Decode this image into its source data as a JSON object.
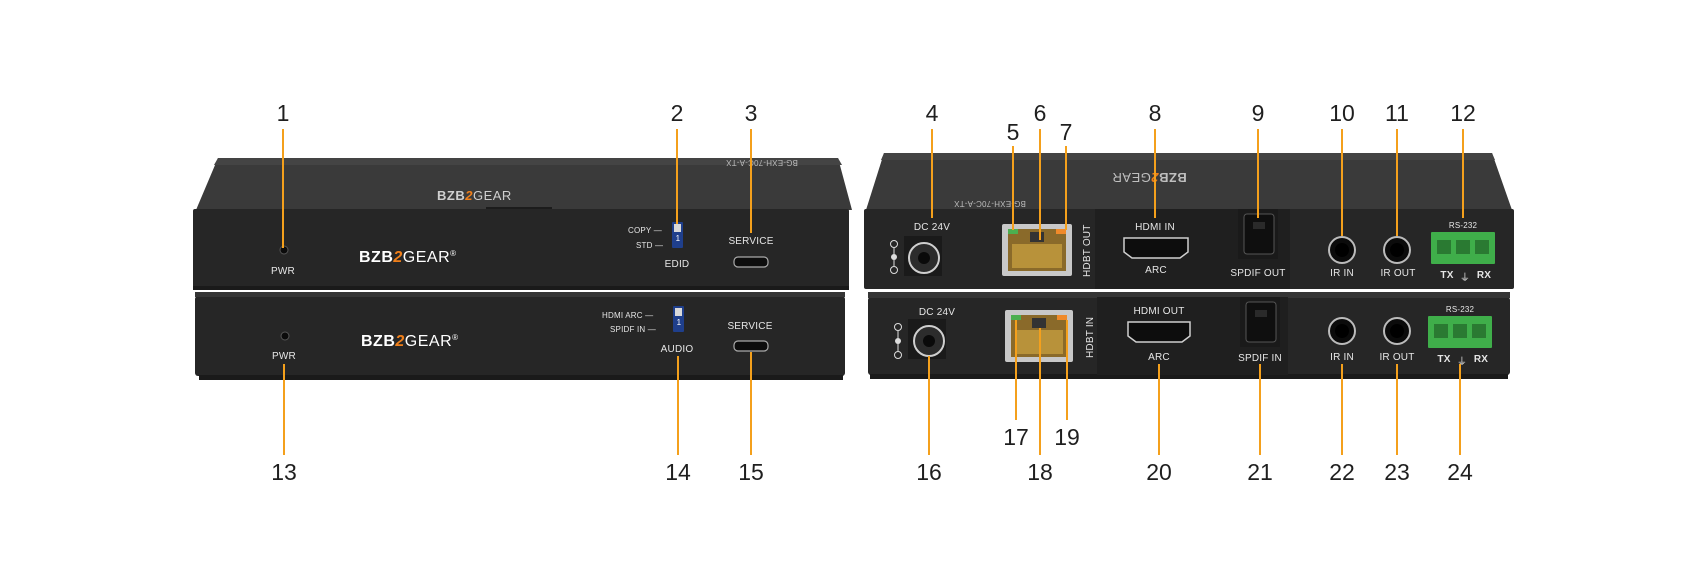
{
  "colors": {
    "chassis": "#2b2b2b",
    "callout_line": "#f4a01c",
    "brand_orange": "#f07f1a",
    "label": "#e6e6e6"
  },
  "brand": {
    "name_left": "BZB",
    "name_mid": "2",
    "name_right": "GEAR",
    "mark": "®"
  },
  "model_text": {
    "top_front": "BG-EXH-70C-A-TX",
    "top_rear": "BG-EXH-70C-A-TX"
  },
  "front_tx": {
    "pwr": "PWR",
    "copy": "COPY —",
    "std": "STD —",
    "edid": "EDID",
    "service": "SERVICE",
    "dip": "1"
  },
  "front_rx": {
    "pwr": "PWR",
    "hdmi_arc": "HDMI ARC —",
    "spdif_in": "SPIDF IN —",
    "audio": "AUDIO",
    "service": "SERVICE",
    "dip": "1"
  },
  "rear_tx": {
    "dc": "DC 24V",
    "hdbt": "HDBT OUT",
    "hdmi": "HDMI IN",
    "arc": "ARC",
    "spdif": "SPDIF OUT",
    "ir_in": "IR IN",
    "ir_out": "IR OUT",
    "rs232": "RS-232",
    "tx": "TX",
    "gnd": "⏚",
    "rx": "RX"
  },
  "rear_rx": {
    "dc": "DC 24V",
    "hdbt": "HDBT IN",
    "hdmi": "HDMI OUT",
    "arc": "ARC",
    "spdif": "SPDIF IN",
    "ir_in": "IR IN",
    "ir_out": "IR OUT",
    "rs232": "RS-232",
    "tx": "TX",
    "gnd": "⏚",
    "rx": "RX"
  },
  "callouts": [
    "1",
    "2",
    "3",
    "4",
    "5",
    "6",
    "7",
    "8",
    "9",
    "10",
    "11",
    "12",
    "13",
    "14",
    "15",
    "16",
    "17",
    "18",
    "19",
    "20",
    "21",
    "22",
    "23",
    "24"
  ]
}
